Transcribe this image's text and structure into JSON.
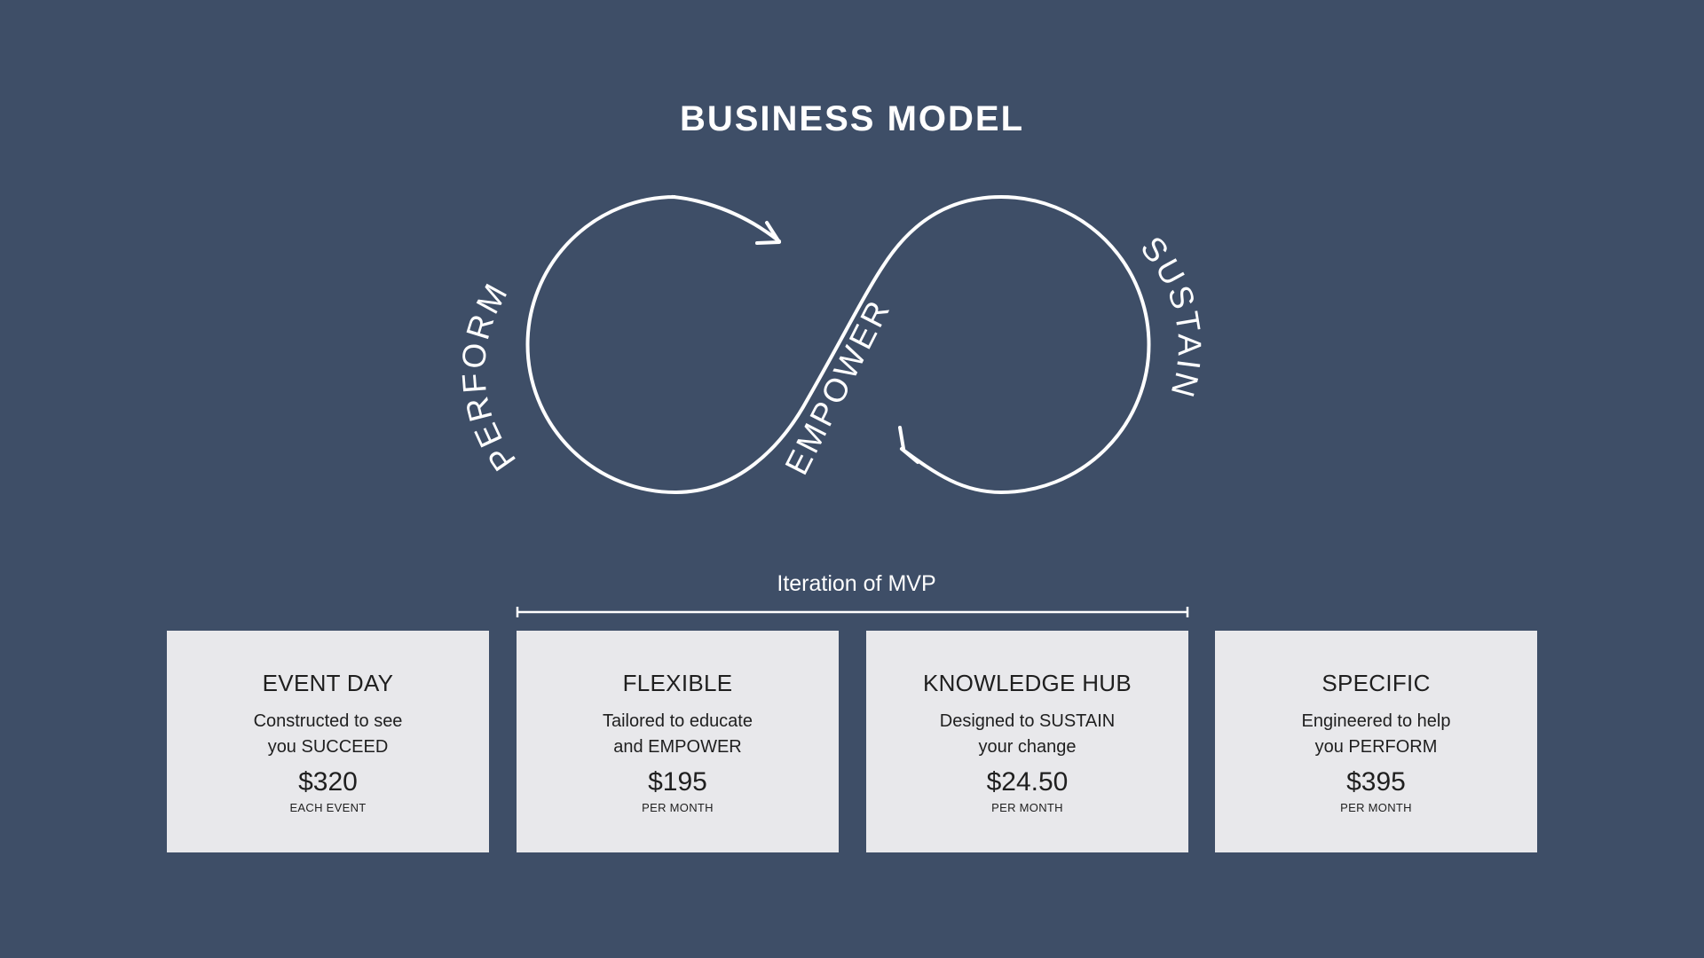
{
  "title": "BUSINESS MODEL",
  "diagram": {
    "labels": {
      "perform": "PERFORM",
      "empower": "EMPOWER",
      "sustain": "SUSTAIN"
    }
  },
  "iteration": {
    "label": "Iteration of MVP"
  },
  "cards": [
    {
      "title": "EVENT DAY",
      "desc_line1": "Constructed to see",
      "desc_line2": "you SUCCEED",
      "price": "$320",
      "unit": "EACH EVENT"
    },
    {
      "title": "FLEXIBLE",
      "desc_line1": "Tailored to educate",
      "desc_line2": "and EMPOWER",
      "price": "$195",
      "unit": "PER MONTH"
    },
    {
      "title": "KNOWLEDGE HUB",
      "desc_line1": "Designed to SUSTAIN",
      "desc_line2": "your change",
      "price": "$24.50",
      "unit": "PER MONTH"
    },
    {
      "title": "SPECIFIC",
      "desc_line1": "Engineered to help",
      "desc_line2": "you PERFORM",
      "price": "$395",
      "unit": "PER MONTH"
    }
  ],
  "colors": {
    "background": "#3e4e67",
    "card": "#e8e8eb",
    "text_dark": "#1f1f1f",
    "line": "#ffffff"
  }
}
